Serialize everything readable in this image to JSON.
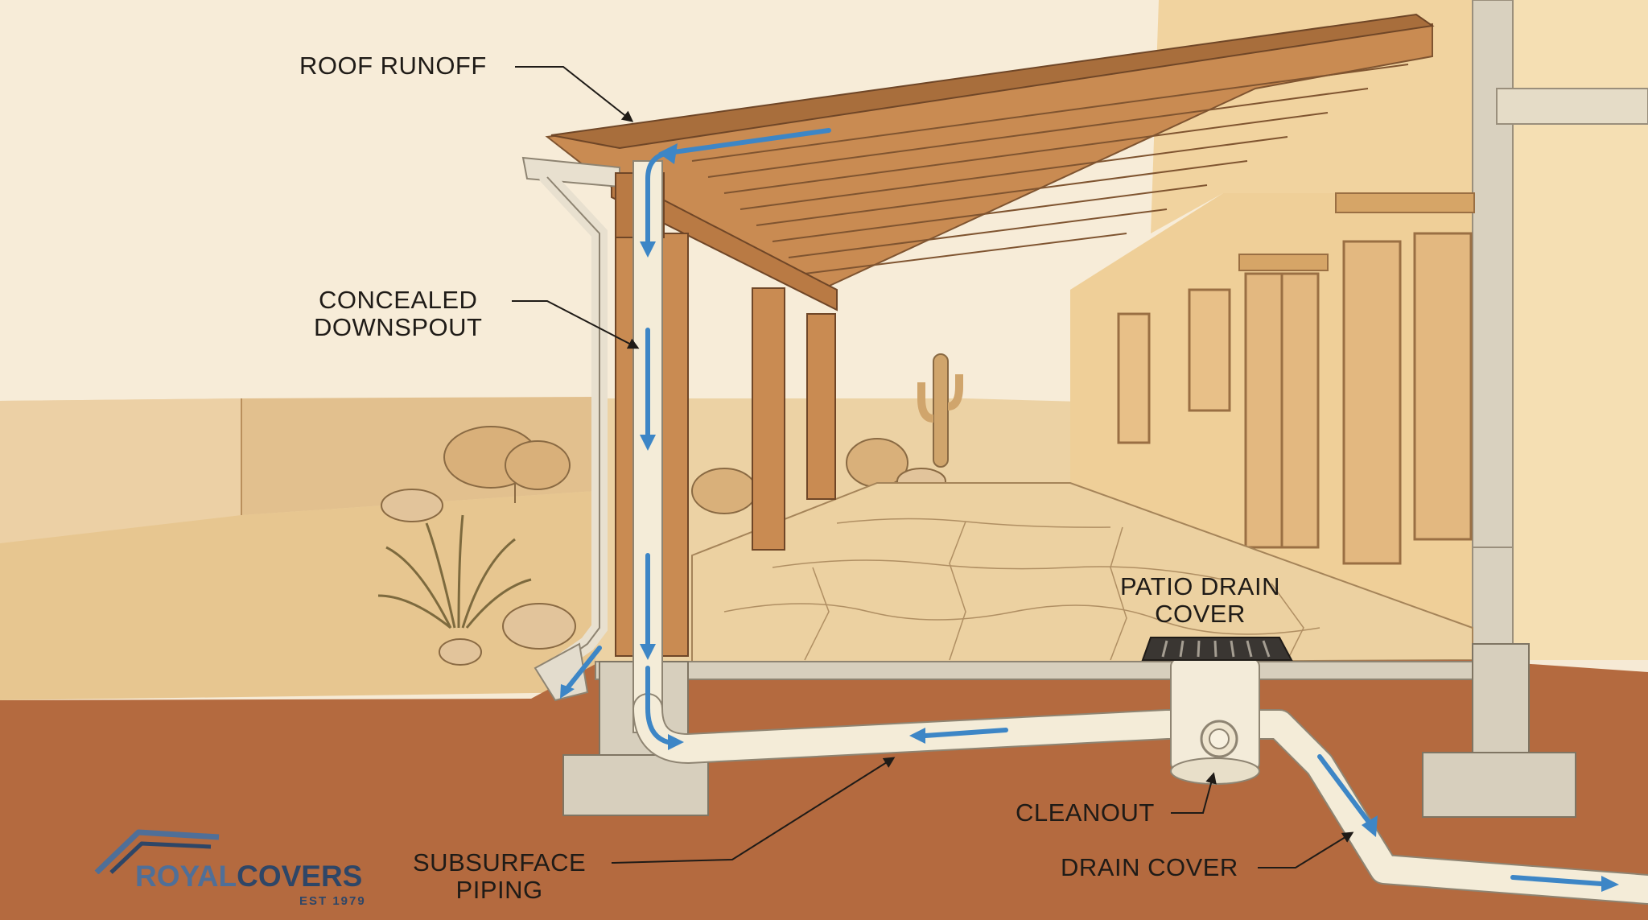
{
  "labels": {
    "roof_runoff": "ROOF RUNOFF",
    "concealed_downspout_line1": "CONCEALED",
    "concealed_downspout_line2": "DOWNSPOUT",
    "patio_drain_cover_line1": "PATIO DRAIN",
    "patio_drain_cover_line2": "COVER",
    "cleanout": "CLEANOUT",
    "subsurface_piping_line1": "SUBSURFACE",
    "subsurface_piping_line2": "PIPING",
    "drain_cover": "DRAIN COVER"
  },
  "logo": {
    "word_part1": "ROYAL",
    "word_part2": "COVERS",
    "est": "EST 1979",
    "roof-icon": "roof-icon"
  },
  "colors": {
    "sky": "#f6ead5",
    "soil": "#b46a3f",
    "wood": "#c98b52",
    "concrete": "#d7cfbd",
    "pipe": "#f4ecd8",
    "flow_arrow": "#3d86c6",
    "logo_blue": "#2e4667"
  }
}
